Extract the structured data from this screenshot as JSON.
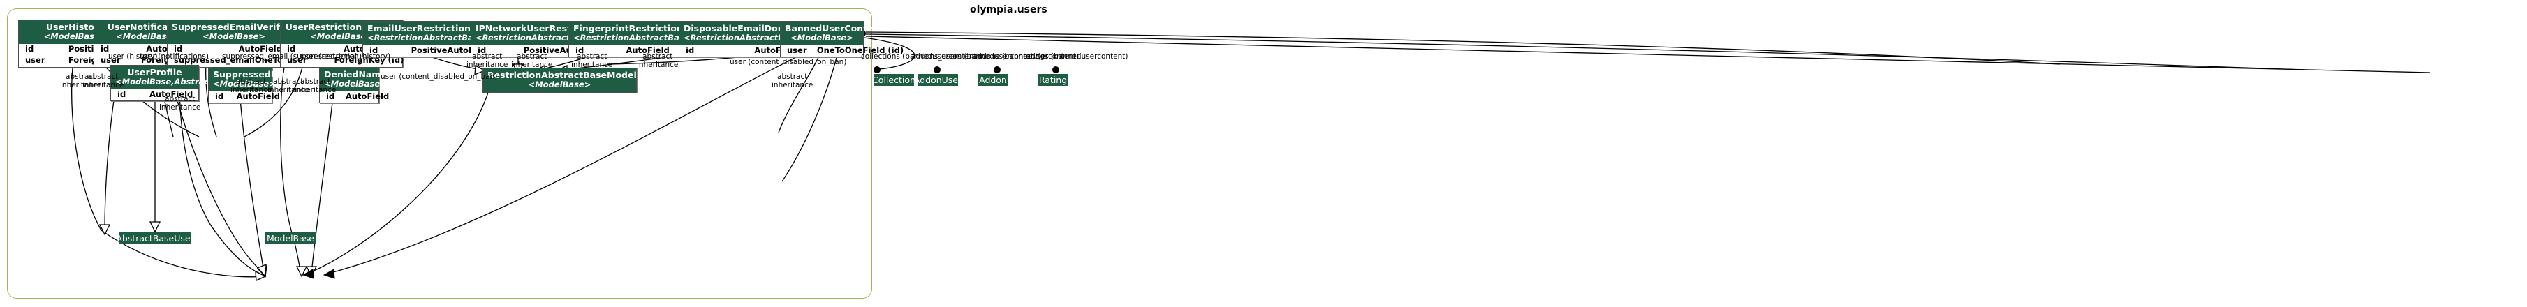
{
  "diagram": {
    "title": "olympia.users",
    "colors": {
      "header_fill": "#1e5c43",
      "frame_border": "#9aba5a",
      "node_border": "#4d4d4d",
      "edge": "#000000",
      "body_fill": "#ffffff"
    }
  },
  "entities": [
    {
      "id": "userhistory",
      "name": "UserHistory",
      "bases": "<ModelBase>",
      "fields": [
        {
          "name": "id",
          "type": "PositiveAutoField"
        },
        {
          "name": "user",
          "type": "ForeignKey (id)"
        }
      ]
    },
    {
      "id": "usernotification",
      "name": "UserNotification",
      "bases": "<ModelBase>",
      "fields": [
        {
          "name": "id",
          "type": "AutoField"
        },
        {
          "name": "user",
          "type": "ForeignKey (id)"
        }
      ]
    },
    {
      "id": "suppressedemailverification",
      "name": "SuppressedEmailVerification",
      "bases": "<ModelBase>",
      "fields": [
        {
          "name": "id",
          "type": "AutoField"
        },
        {
          "name": "suppressed_email",
          "type": "OneToOneField (id)"
        }
      ]
    },
    {
      "id": "userrestrictionhistory",
      "name": "UserRestrictionHistory",
      "bases": "<ModelBase>",
      "fields": [
        {
          "name": "id",
          "type": "AutoField"
        },
        {
          "name": "user",
          "type": "ForeignKey (id)"
        }
      ]
    },
    {
      "id": "emailuserrestriction",
      "name": "EmailUserRestriction",
      "bases": "<RestrictionAbstractBaseModel>",
      "fields": [
        {
          "name": "id",
          "type": "PositiveAutoField"
        }
      ]
    },
    {
      "id": "ipnetworkuserrestriction",
      "name": "IPNetworkUserRestriction",
      "bases": "<RestrictionAbstractBaseModel>",
      "fields": [
        {
          "name": "id",
          "type": "PositiveAutoField"
        }
      ]
    },
    {
      "id": "fingerprintrestriction",
      "name": "FingerprintRestriction",
      "bases": "<RestrictionAbstractBaseModel>",
      "fields": [
        {
          "name": "id",
          "type": "AutoField"
        }
      ]
    },
    {
      "id": "disposableemaildomainrestriction",
      "name": "DisposableEmailDomainRestriction",
      "bases": "<RestrictionAbstractBaseModel>",
      "fields": [
        {
          "name": "id",
          "type": "AutoField"
        }
      ]
    },
    {
      "id": "banneduser_content",
      "name": "BannedUserContent",
      "bases": "<ModelBase>",
      "fields": [
        {
          "name": "user",
          "type": "OneToOneField (id)"
        }
      ]
    },
    {
      "id": "userprofile",
      "name": "UserProfile",
      "bases": "<ModelBase,AbstractBaseUser>",
      "fields": [
        {
          "name": "id",
          "type": "AutoField"
        }
      ]
    },
    {
      "id": "suppressedemail",
      "name": "SuppressedEmail",
      "bases": "<ModelBase>",
      "fields": [
        {
          "name": "id",
          "type": "AutoField"
        }
      ]
    },
    {
      "id": "deniedname",
      "name": "DeniedName",
      "bases": "<ModelBase>",
      "fields": [
        {
          "name": "id",
          "type": "AutoField"
        }
      ]
    },
    {
      "id": "restrictionabstractbasemodel",
      "name": "RestrictionAbstractBaseModel",
      "bases": "<ModelBase>",
      "fields": []
    }
  ],
  "plain_nodes": [
    {
      "id": "abstractbaseuser",
      "label": "AbstractBaseUser"
    },
    {
      "id": "modelbase",
      "label": "ModelBase"
    },
    {
      "id": "collection",
      "label": "Collection"
    },
    {
      "id": "addonuser",
      "label": "AddonUser"
    },
    {
      "id": "addon",
      "label": "Addon"
    },
    {
      "id": "rating",
      "label": "Rating"
    }
  ],
  "edge_labels": [
    {
      "id": "l-abstract-1",
      "line1": "abstract",
      "line2": "inheritance"
    },
    {
      "id": "l-abstract-2",
      "line1": "abstract",
      "line2": "inheritance"
    },
    {
      "id": "l-user-history",
      "line1": "user (history)",
      "line2": ""
    },
    {
      "id": "l-user-notifications",
      "line1": "user (notifications)",
      "line2": ""
    },
    {
      "id": "l-suppressed-email",
      "line1": "suppressed_email (suppressed_email)",
      "line2": ""
    },
    {
      "id": "l-user-restriction-history",
      "line1": "user (restriction_history)",
      "line2": ""
    },
    {
      "id": "l-abstract-3",
      "line1": "abstract",
      "line2": "inheritance"
    },
    {
      "id": "l-abstract-4",
      "line1": "abstract",
      "line2": "inheritance"
    },
    {
      "id": "l-abstract-5",
      "line1": "abstract",
      "line2": "inheritance"
    },
    {
      "id": "l-abstract-6",
      "line1": "abstract",
      "line2": "inheritance"
    },
    {
      "id": "l-user-content-disabled",
      "line1": "user (content_disabled_on_ban)",
      "line2": ""
    },
    {
      "id": "l-abstract-7",
      "line1": "abstract",
      "line2": "inheritance"
    },
    {
      "id": "l-abstract-8",
      "line1": "abstract",
      "line2": "inheritance"
    },
    {
      "id": "l-abstract-9",
      "line1": "abstract",
      "line2": "inheritance"
    },
    {
      "id": "l-abstract-10",
      "line1": "abstract",
      "line2": "inheritance"
    },
    {
      "id": "l-abstract-11",
      "line1": "abstract",
      "line2": "inheritance"
    },
    {
      "id": "l-collections",
      "line1": "collections (bannedusercontent)",
      "line2": ""
    },
    {
      "id": "l-addons-users",
      "line1": "addons_users (bannedusercontent)",
      "line2": ""
    },
    {
      "id": "l-addons",
      "line1": "addons (bannedusercontent)",
      "line2": ""
    },
    {
      "id": "l-ratings",
      "line1": "ratings (bannedusercontent)",
      "line2": ""
    }
  ]
}
